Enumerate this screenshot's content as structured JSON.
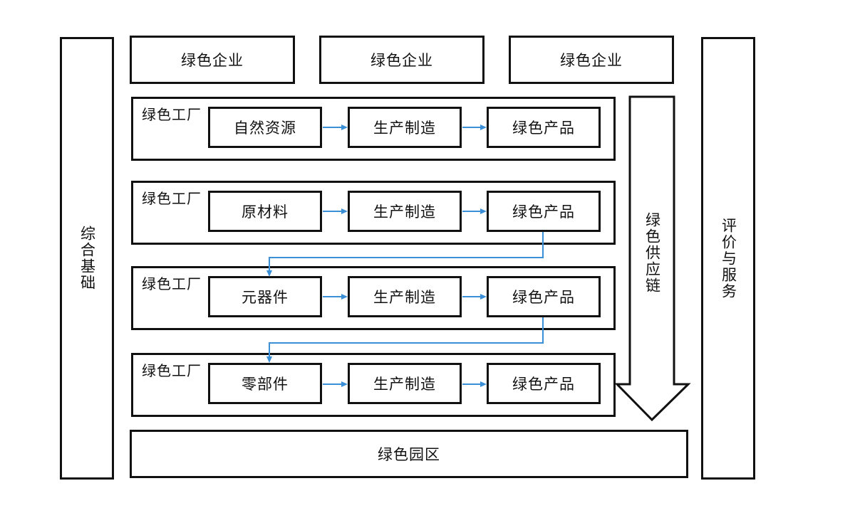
{
  "left_bar": "综合基础",
  "right_bar": "评价与服务",
  "enterprises": [
    "绿色企业",
    "绿色企业",
    "绿色企业"
  ],
  "factory_label": "绿色工厂",
  "factories": [
    {
      "steps": [
        "自然资源",
        "生产制造",
        "绿色产品"
      ]
    },
    {
      "steps": [
        "原材料",
        "生产制造",
        "绿色产品"
      ]
    },
    {
      "steps": [
        "元器件",
        "生产制造",
        "绿色产品"
      ]
    },
    {
      "steps": [
        "零部件",
        "生产制造",
        "绿色产品"
      ]
    }
  ],
  "supply_chain": "绿色供应链",
  "park": "绿色园区",
  "colors": {
    "border": "#111111",
    "flow_arrow": "#3a8fd6",
    "background": "#ffffff"
  }
}
